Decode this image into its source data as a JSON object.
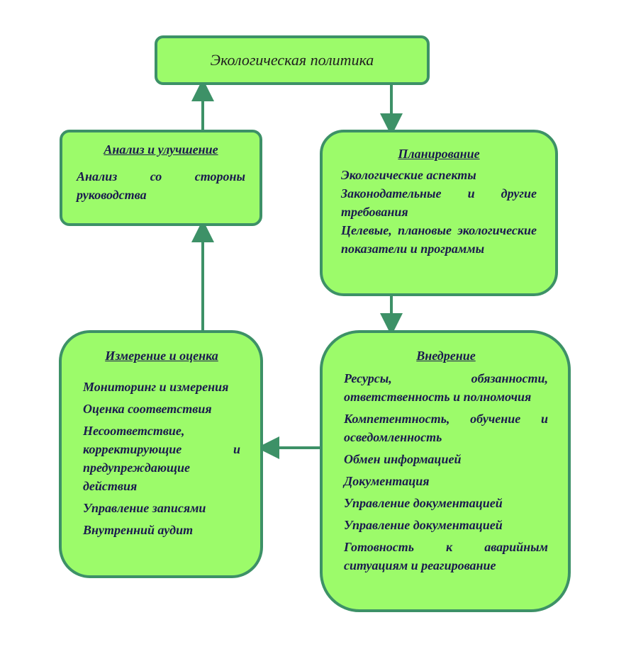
{
  "top": {
    "title": "Экологическая политика"
  },
  "analysis": {
    "title": "Анализ и улучшение",
    "items": [
      "Анализ со стороны руководства"
    ]
  },
  "planning": {
    "title": "Планирование",
    "items": [
      "Экологические аспекты",
      "Законодательные и другие требования",
      "Целевые, плановые экологические показатели и программы"
    ]
  },
  "measurement": {
    "title": "Измерение и оценка",
    "items": [
      "Мониторинг и измерения",
      "Оценка соответствия",
      "Несоответствие, корректирующие и предупреждающие действия",
      "Управление записями",
      "Внутренний аудит"
    ]
  },
  "implementation": {
    "title": "Внедрение",
    "items": [
      "Ресурсы, обязанности, ответственность и полномочия",
      "Компетентность, обучение и осведомленность",
      "Обмен информацией",
      "Документация",
      "Управление документацией",
      "Управление документацией",
      "Готовность к аварийным ситуациям и реагирование"
    ]
  },
  "colors": {
    "box_fill": "#9cfb6a",
    "box_border": "#3d9167",
    "arrow": "#3d9167",
    "text": "#1a1a4e"
  }
}
